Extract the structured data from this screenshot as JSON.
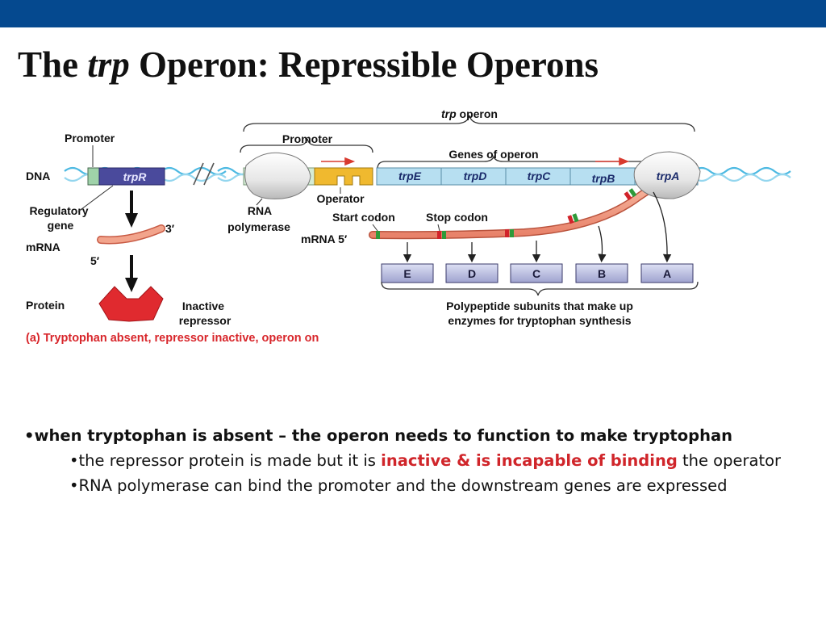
{
  "slide": {
    "topbar_color": "#05498f",
    "title_prefix": "The ",
    "title_italic": "trp",
    "title_suffix": " Operon: Repressible Operons"
  },
  "diagram": {
    "operon_label_italic": "trp",
    "operon_label_rest": " operon",
    "promoter_left": "Promoter",
    "promoter_right": "Promoter",
    "genes_of_operon": "Genes of operon",
    "dna": "DNA",
    "trpR": "trpR",
    "operator": "Operator",
    "regulatory_gene_1": "Regulatory",
    "regulatory_gene_2": "gene",
    "mrna_left": "mRNA",
    "three_prime": "3′",
    "five_prime_left": "5′",
    "protein": "Protein",
    "inactive_1": "Inactive",
    "inactive_2": "repressor",
    "rna_polymerase_1": "RNA",
    "rna_polymerase_2": "polymerase",
    "start_codon": "Start codon",
    "stop_codon": "Stop codon",
    "mrna_5": "mRNA 5′",
    "genes": [
      "trpE",
      "trpD",
      "trpC",
      "trpB",
      "trpA"
    ],
    "subunits": [
      "E",
      "D",
      "C",
      "B",
      "A"
    ],
    "polypeptide_1": "Polypeptide subunits that make up",
    "polypeptide_2": "enzymes for tryptophan synthesis",
    "caption": "(a) Tryptophan absent, repressor inactive, operon on"
  },
  "bullets": {
    "line1": "•when tryptophan is absent – the operon needs to function to make tryptophan",
    "line2_pre": "•the repressor protein is made but it is ",
    "line2_hl": "inactive & is incapable of binding",
    "line2_post": " the operator",
    "line3": "•RNA polymerase can bind the promoter and the downstream genes are expressed"
  }
}
